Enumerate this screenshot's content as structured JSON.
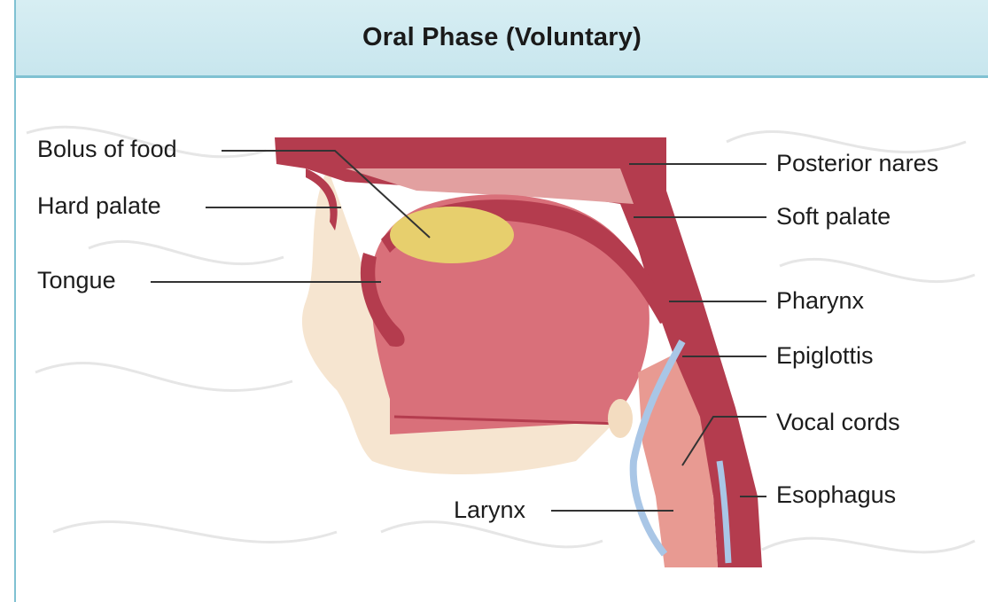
{
  "title": "Oral Phase (Voluntary)",
  "labels": {
    "bolus": "Bolus of food",
    "hard_palate": "Hard palate",
    "tongue": "Tongue",
    "posterior_nares": "Posterior nares",
    "soft_palate": "Soft palate",
    "pharynx": "Pharynx",
    "epiglottis": "Epiglottis",
    "vocal_cords": "Vocal cords",
    "esophagus": "Esophagus",
    "larynx": "Larynx"
  },
  "colors": {
    "header_bg": "#cfeaf1",
    "header_border": "#7fc1d2",
    "tissue_dark": "#b43c4e",
    "tissue_mid": "#d9707a",
    "tissue_light": "#e89a92",
    "bolus": "#e7cf6d",
    "skin": "#f3dcc0",
    "airway": "#a9c6e6"
  }
}
